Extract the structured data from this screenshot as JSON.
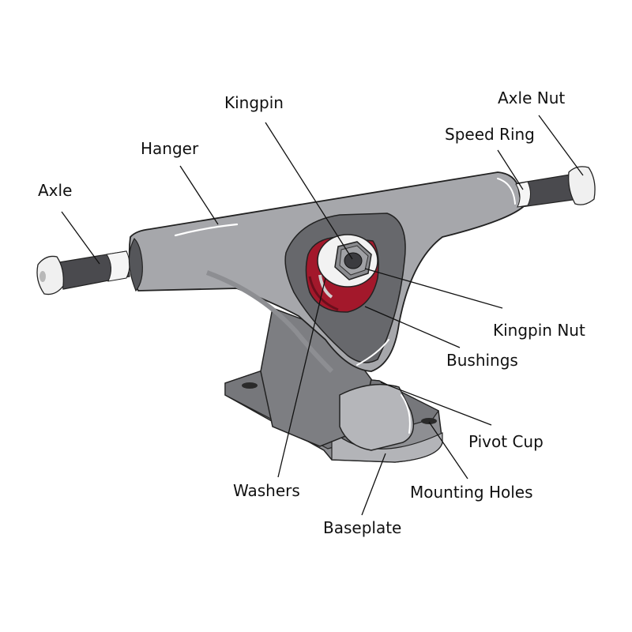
{
  "labels": {
    "axle": "Axle",
    "hanger": "Hanger",
    "kingpin": "Kingpin",
    "speed_ring": "Speed Ring",
    "axle_nut": "Axle Nut",
    "kingpin_nut": "Kingpin Nut",
    "bushings": "Bushings",
    "pivot_cup": "Pivot Cup",
    "washers": "Washers",
    "mounting_holes": "Mounting Holes",
    "baseplate": "Baseplate"
  },
  "colors": {
    "hanger": "#a6a7ab",
    "hanger_shadow": "#8d8e92",
    "baseplate": "#8e8f93",
    "baseplate_top": "#b3b4b8",
    "axle": "#4a4a4e",
    "bushing": "#a3182b",
    "washer": "#f2f2f2",
    "outline": "#222222"
  }
}
